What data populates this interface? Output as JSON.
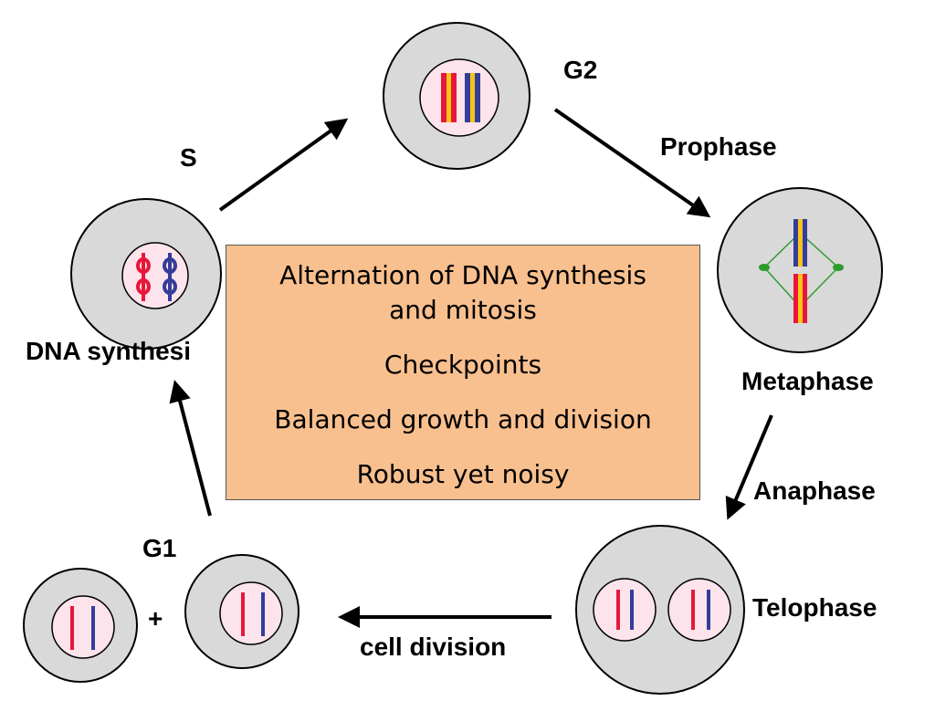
{
  "labels": {
    "s": "S",
    "g2": "G2",
    "prophase": "Prophase",
    "dna_synthesis": "DNA synthesi",
    "metaphase": "Metaphase",
    "anaphase": "Anaphase",
    "g1": "G1",
    "plus": "+",
    "telophase": "Telophase",
    "cell_division": "cell division"
  },
  "infobox": {
    "line1": "Alternation of DNA synthesis",
    "line2": "and mitosis",
    "line3": "Checkpoints",
    "line4": "Balanced growth and division",
    "line5": "Robust yet noisy"
  },
  "colors": {
    "cell_fill": "#d9d9d9",
    "nucleus_fill": "#fde4ec",
    "chromosome_red": "#e8173a",
    "chromosome_blue": "#353d9a",
    "chromatid_stripe": "#f5c518",
    "spindle": "#2e9c2e",
    "box_fill": "#f9c08f"
  }
}
